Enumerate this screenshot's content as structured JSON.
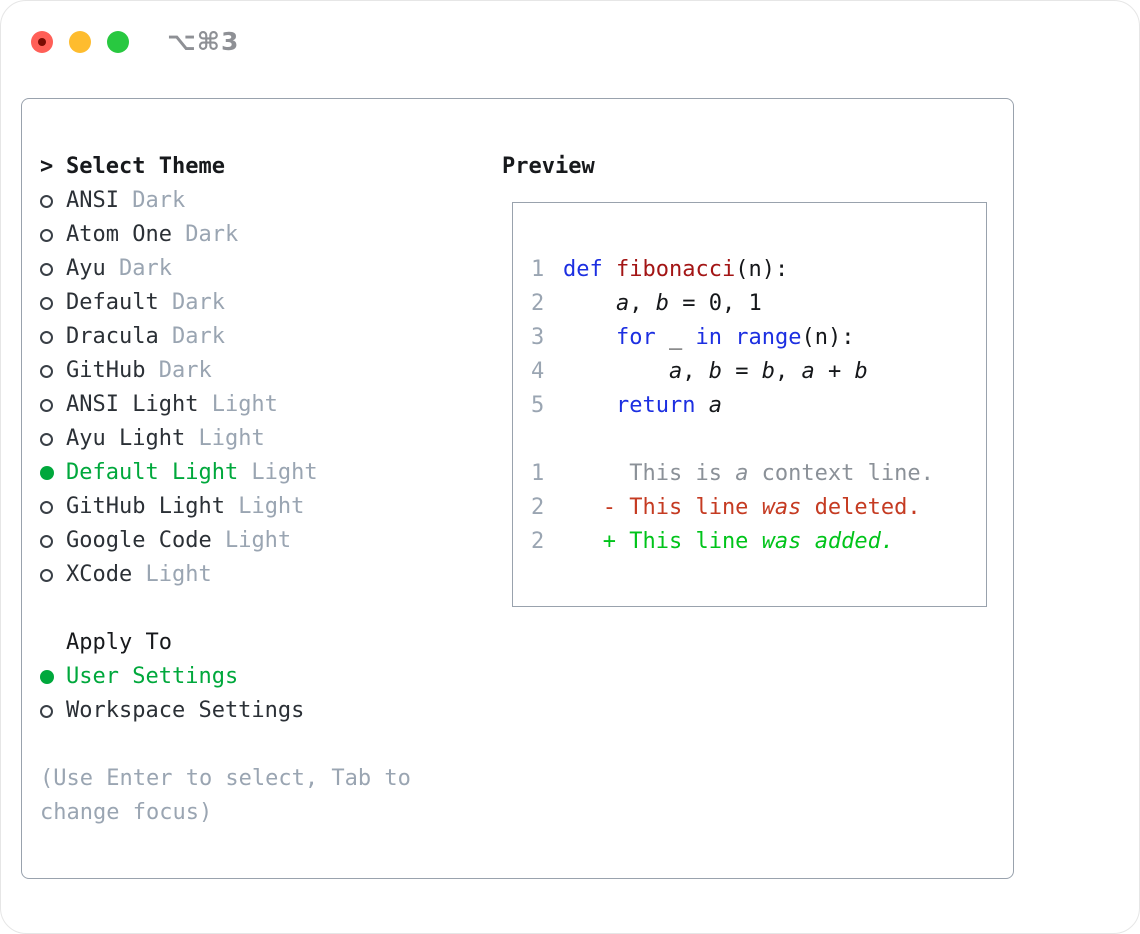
{
  "window": {
    "title": "⌥⌘3"
  },
  "colors": {
    "accent_green": "#00a83c",
    "diff_red": "#c53b22",
    "diff_green": "#00c41a",
    "keyword_blue": "#1c2fe1",
    "function_red": "#a31515",
    "muted_gray": "#9aa5b2",
    "context_gray": "#8b9198",
    "text_dark": "#2b3036",
    "panel_border": "#99a2ad",
    "titlebar_gray": "#8e9095",
    "traffic_red": "#ff5f57",
    "traffic_yellow": "#febc2e",
    "traffic_green": "#28c840"
  },
  "theme_panel": {
    "header_prefix": ">",
    "header": "Select Theme",
    "items": [
      {
        "name": "ANSI",
        "variant": "Dark",
        "selected": false
      },
      {
        "name": "Atom One",
        "variant": "Dark",
        "selected": false
      },
      {
        "name": "Ayu",
        "variant": "Dark",
        "selected": false
      },
      {
        "name": "Default",
        "variant": "Dark",
        "selected": false
      },
      {
        "name": "Dracula",
        "variant": "Dark",
        "selected": false
      },
      {
        "name": "GitHub",
        "variant": "Dark",
        "selected": false
      },
      {
        "name": "ANSI Light",
        "variant": "Light",
        "selected": false
      },
      {
        "name": "Ayu Light",
        "variant": "Light",
        "selected": false
      },
      {
        "name": "Default Light",
        "variant": "Light",
        "selected": true
      },
      {
        "name": "GitHub Light",
        "variant": "Light",
        "selected": false
      },
      {
        "name": "Google Code",
        "variant": "Light",
        "selected": false
      },
      {
        "name": "XCode",
        "variant": "Light",
        "selected": false
      }
    ],
    "apply_to": {
      "header": "Apply To",
      "options": [
        {
          "name": "User Settings",
          "selected": true
        },
        {
          "name": "Workspace Settings",
          "selected": false
        }
      ]
    },
    "help_lines": [
      "(Use Enter to select, Tab to",
      "change focus)"
    ]
  },
  "preview": {
    "header": "Preview",
    "lines": [
      {
        "num": "1",
        "tokens": [
          {
            "t": "def ",
            "s": "kw"
          },
          {
            "t": "fibonacci",
            "s": "fn"
          },
          {
            "t": "(n):",
            "s": "pl"
          }
        ]
      },
      {
        "num": "2",
        "tokens": [
          {
            "t": "    ",
            "s": "pl"
          },
          {
            "t": "a",
            "s": "var"
          },
          {
            "t": ", ",
            "s": "pl"
          },
          {
            "t": "b",
            "s": "var"
          },
          {
            "t": " = 0, 1",
            "s": "pl"
          }
        ]
      },
      {
        "num": "3",
        "tokens": [
          {
            "t": "    ",
            "s": "pl"
          },
          {
            "t": "for",
            "s": "kw"
          },
          {
            "t": " _ ",
            "s": "pl"
          },
          {
            "t": "in",
            "s": "kw"
          },
          {
            "t": " ",
            "s": "pl"
          },
          {
            "t": "range",
            "s": "kw"
          },
          {
            "t": "(n):",
            "s": "pl"
          }
        ]
      },
      {
        "num": "4",
        "tokens": [
          {
            "t": "        ",
            "s": "pl"
          },
          {
            "t": "a",
            "s": "var"
          },
          {
            "t": ", ",
            "s": "pl"
          },
          {
            "t": "b",
            "s": "var"
          },
          {
            "t": " = ",
            "s": "pl"
          },
          {
            "t": "b",
            "s": "var"
          },
          {
            "t": ", ",
            "s": "pl"
          },
          {
            "t": "a",
            "s": "var"
          },
          {
            "t": " + ",
            "s": "pl"
          },
          {
            "t": "b",
            "s": "var"
          }
        ]
      },
      {
        "num": "5",
        "tokens": [
          {
            "t": "    ",
            "s": "pl"
          },
          {
            "t": "return",
            "s": "kw"
          },
          {
            "t": " ",
            "s": "pl"
          },
          {
            "t": "a",
            "s": "var"
          }
        ]
      },
      {
        "num": "",
        "tokens": []
      },
      {
        "num": "1",
        "tokens": [
          {
            "t": "     This is ",
            "s": "ctx"
          },
          {
            "t": "a",
            "s": "ctx-it"
          },
          {
            "t": " context line.",
            "s": "ctx"
          }
        ]
      },
      {
        "num": "2",
        "tokens": [
          {
            "t": "   - This line ",
            "s": "del"
          },
          {
            "t": "was",
            "s": "del-it"
          },
          {
            "t": " deleted.",
            "s": "del"
          }
        ]
      },
      {
        "num": "2",
        "tokens": [
          {
            "t": "   + This line ",
            "s": "add"
          },
          {
            "t": "was",
            "s": "add-it"
          },
          {
            "t": " ",
            "s": "add"
          },
          {
            "t": "added.",
            "s": "add-it"
          }
        ]
      }
    ]
  }
}
